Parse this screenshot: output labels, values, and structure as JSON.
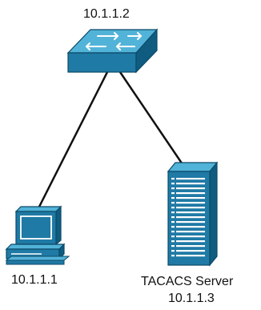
{
  "diagram": {
    "switch": {
      "icon": "network-switch-icon",
      "label": "10.1.1.2"
    },
    "workstation": {
      "icon": "workstation-pc-icon",
      "label": "10.1.1.1"
    },
    "server": {
      "icon": "server-tower-icon",
      "label_name": "TACACS Server",
      "label_ip": "10.1.1.3"
    },
    "links": [
      {
        "from": "switch",
        "to": "workstation"
      },
      {
        "from": "switch",
        "to": "server"
      }
    ]
  },
  "colors": {
    "device_front": "#1f7aa5",
    "device_top": "#52b3d8",
    "device_side": "#0f5c80",
    "device_outline": "#0c4a68",
    "link": "#111111"
  }
}
